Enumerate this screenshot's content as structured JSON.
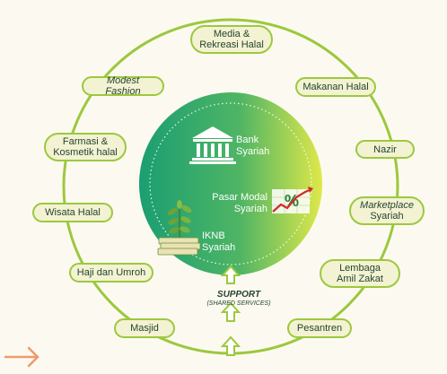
{
  "diagram": {
    "outer_items": {
      "media": [
        "Media &",
        "Rekreasi Halal"
      ],
      "modest": [
        "Modest Fashion"
      ],
      "makanan": [
        "Makanan Halal"
      ],
      "farmasi": [
        "Farmasi &",
        "Kosmetik halal"
      ],
      "nazir": [
        "Nazir"
      ],
      "wisata": [
        "Wisata Halal"
      ],
      "marketplace": [
        "Marketplace",
        "Syariah"
      ],
      "haji": [
        "Haji dan Umroh"
      ],
      "lembaga": [
        "Lembaga",
        "Amil Zakat"
      ],
      "masjid": [
        "Masjid"
      ],
      "pesantren": [
        "Pesantren"
      ]
    },
    "center": {
      "bank": [
        "Bank",
        "Syariah"
      ],
      "pasar_modal": [
        "Pasar Modal",
        "Syariah"
      ],
      "iknb": [
        "IKNB",
        "Syariah"
      ]
    },
    "support": {
      "title": "SUPPORT",
      "subtitle": "(SHARED SERVICES)"
    }
  },
  "colors": {
    "ring": "#9cc83f",
    "pill_bg": "#f3f2d2",
    "text_dark": "#24442f",
    "circle_start": "#1a9e72",
    "circle_end": "#dfe84a",
    "arrow": "#ef9a6e"
  },
  "icons": [
    "bank-building-icon",
    "stock-chart-icon",
    "plant-money-icon",
    "up-arrow-icon",
    "right-arrow-icon"
  ]
}
